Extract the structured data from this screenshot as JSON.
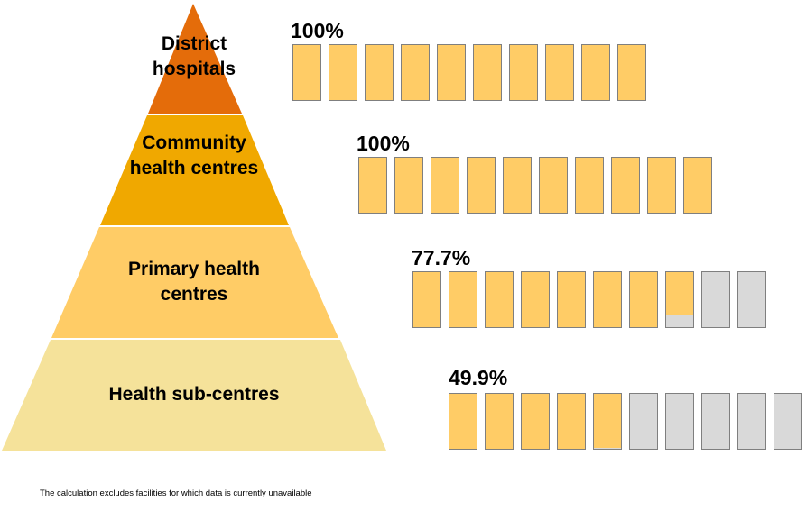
{
  "tiers": [
    {
      "label": "District hospitals",
      "percent_label": "100%",
      "coverage": 1.0,
      "tier_color": "#e46c0a"
    },
    {
      "label": "Community health centres",
      "percent_label": "100%",
      "coverage": 1.0,
      "tier_color": "#f0a800"
    },
    {
      "label": "Primary health centres",
      "percent_label": "77.7%",
      "coverage": 0.777,
      "tier_color": "#ffcc66"
    },
    {
      "label": "Health sub-centres",
      "percent_label": "49.9%",
      "coverage": 0.499,
      "tier_color": "#f5e29a"
    }
  ],
  "boxes_per_row": 10,
  "colors": {
    "filled": "#ffcc66",
    "unfilled": "#d9d9d9",
    "box_border": "#7f7f7f"
  },
  "footnote": "The calculation excludes facilities for which data is currently unavailable"
}
